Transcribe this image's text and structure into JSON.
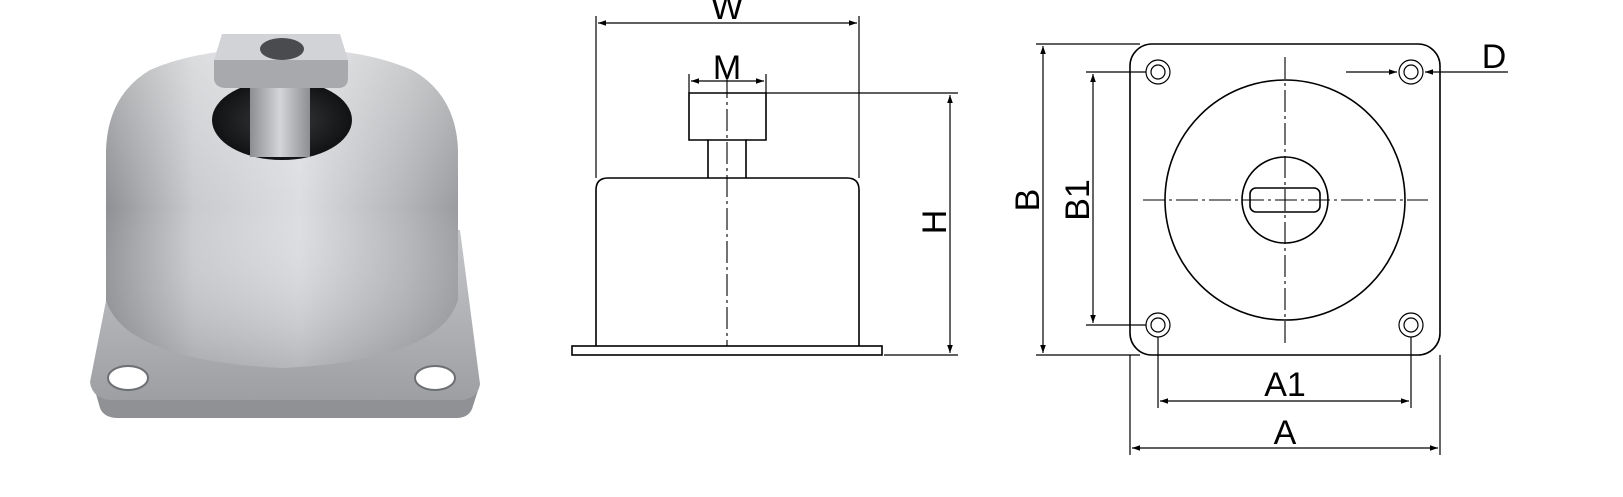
{
  "labels": {
    "width": "W",
    "thread": "M",
    "height": "H",
    "base_length": "B",
    "hole_spacing_b": "B1",
    "hole_diameter": "D",
    "hole_spacing_a": "A1",
    "base_width": "A"
  },
  "colors": {
    "line": "#000000",
    "metal_light": "#e6e7e9",
    "metal_mid": "#b9bbbe",
    "metal_dark": "#7d7f82",
    "background": "#ffffff"
  }
}
